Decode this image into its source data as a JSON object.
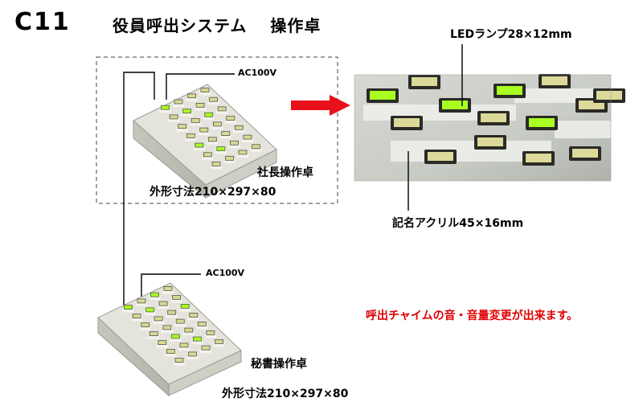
{
  "header": {
    "code": "C11",
    "title": "役員呼出システム　 操作卓"
  },
  "president_console": {
    "power_label": "AC100V",
    "name": "社長操作卓",
    "dimensions": "外形寸法210×297×80"
  },
  "closeup": {
    "led_label": "LEDランプ28×12mm",
    "acrylic_label": "記名アクリル45×16mm"
  },
  "secretary_console": {
    "power_label": "AC100V",
    "name": "秘書操作卓",
    "dimensions": "外形寸法210×297×80"
  },
  "note": "呼出チャイムの音・音量変更が出来ます。",
  "colors": {
    "arrow": "#e8101a",
    "note": "#e00000",
    "led_on": "#a6ff1a",
    "led_off": "#d8d890",
    "console_body": "#dcdcd2"
  }
}
